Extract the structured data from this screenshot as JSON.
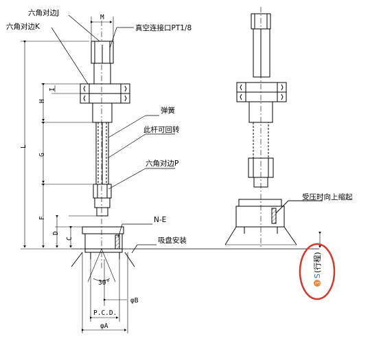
{
  "callouts": {
    "hex_j": "六角对边J",
    "hex_k": "六角对边K",
    "vacuum_port": "真空连接口PT1/8",
    "spring": "弹簧",
    "rod_rotates": "此杆可回转",
    "hex_p": "六角对边P",
    "n_e": "N-E",
    "pad_mount": "吸盘安装",
    "pressure_shrink": "受压时向上缩起"
  },
  "dimensions": {
    "M": "M",
    "H": "H",
    "I": "I",
    "G": "G",
    "L": "L",
    "F": "F",
    "D": "D",
    "C": "C",
    "angle": "30°",
    "phiB": "φB",
    "pcd": "P.C.D.",
    "phiA": "φA"
  },
  "stroke": {
    "number": "3",
    "s": "S",
    "text": "(行程)"
  },
  "colors": {
    "line": "#000000",
    "highlight": "#d9362b",
    "badge": "#f0822d",
    "stroke_s": "#2f5fc4"
  }
}
